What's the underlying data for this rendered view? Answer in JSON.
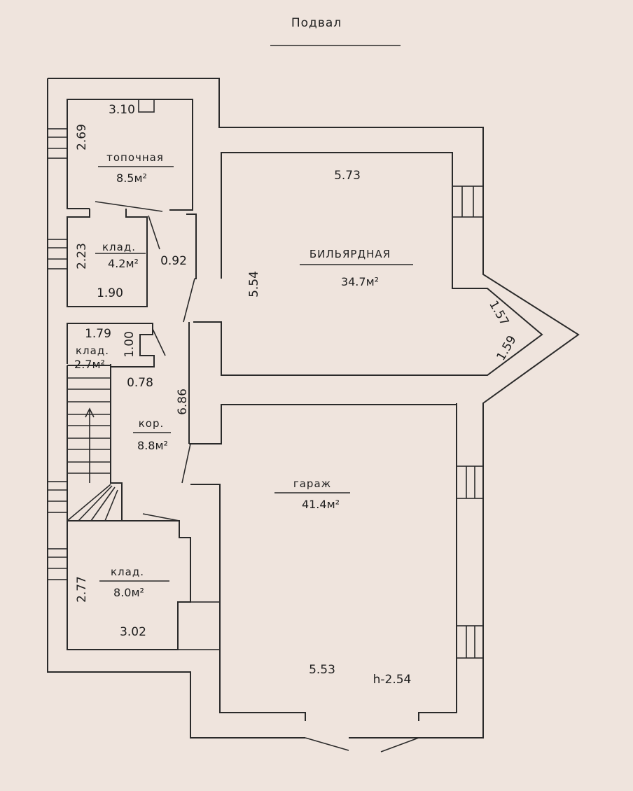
{
  "title": "Подвал",
  "rooms": {
    "boiler": {
      "name": "топочная",
      "area": "8.5м²"
    },
    "pantry_top": {
      "name": "клад.",
      "area": "4.2м²"
    },
    "pantry_small": {
      "name": "клад.",
      "area": "2.7м²"
    },
    "corridor": {
      "name": "кор.",
      "area": "8.8м²"
    },
    "pantry_bottom": {
      "name": "клад.",
      "area": "8.0м²"
    },
    "billiard": {
      "name": "БИЛЬЯРДНАЯ",
      "area": "34.7м²"
    },
    "garage": {
      "name": "гараж",
      "area": "41.4м²"
    }
  },
  "dimensions": {
    "boiler_width": "3.10",
    "boiler_depth": "2.69",
    "pantry_top_depth": "2.23",
    "pantry_top_width": "1.90",
    "passage_width": "0.92",
    "pantry_small_width": "1.79",
    "pantry_small_depth": "1.00",
    "step_width": "0.78",
    "corridor_length": "6.86",
    "billiard_width": "5.73",
    "billiard_depth": "5.54",
    "bay_side_top": "1.57",
    "bay_side_bottom": "1.59",
    "pantry_bottom_depth": "2.77",
    "pantry_bottom_width": "3.02",
    "garage_width": "5.53",
    "ceiling_height": "h-2.54"
  }
}
